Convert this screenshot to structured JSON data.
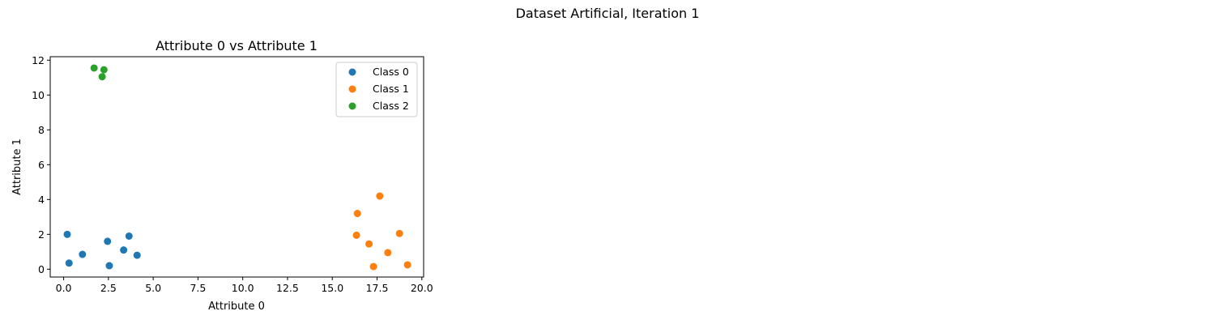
{
  "figure": {
    "suptitle": "Dataset Artificial, Iteration 1"
  },
  "chart_data": {
    "type": "scatter",
    "title": "Attribute 0 vs Attribute 1",
    "xlabel": "Attribute 0",
    "ylabel": "Attribute 1",
    "xlim": [
      -0.75,
      20.1
    ],
    "ylim": [
      -0.45,
      12.2
    ],
    "xticks": [
      0.0,
      2.5,
      5.0,
      7.5,
      10.0,
      12.5,
      15.0,
      17.5,
      20.0
    ],
    "xtick_labels": [
      "0.0",
      "2.5",
      "5.0",
      "7.5",
      "10.0",
      "12.5",
      "15.0",
      "17.5",
      "20.0"
    ],
    "yticks": [
      0,
      2,
      4,
      6,
      8,
      10,
      12
    ],
    "ytick_labels": [
      "0",
      "2",
      "4",
      "6",
      "8",
      "10",
      "12"
    ],
    "grid": false,
    "legend_position": "top-right",
    "series": [
      {
        "name": "Class 0",
        "color": "#1f77b4",
        "points": [
          [
            0.2,
            2.0
          ],
          [
            0.3,
            0.35
          ],
          [
            1.05,
            0.85
          ],
          [
            2.45,
            1.6
          ],
          [
            2.55,
            0.2
          ],
          [
            3.35,
            1.1
          ],
          [
            3.65,
            1.9
          ],
          [
            4.1,
            0.8
          ]
        ]
      },
      {
        "name": "Class 1",
        "color": "#ff7f0e",
        "points": [
          [
            16.4,
            3.2
          ],
          [
            16.35,
            1.95
          ],
          [
            17.05,
            1.45
          ],
          [
            17.3,
            0.15
          ],
          [
            17.65,
            4.2
          ],
          [
            18.1,
            0.95
          ],
          [
            18.75,
            2.05
          ],
          [
            19.2,
            0.25
          ]
        ]
      },
      {
        "name": "Class 2",
        "color": "#2ca02c",
        "points": [
          [
            1.7,
            11.55
          ],
          [
            2.25,
            11.45
          ],
          [
            2.15,
            11.05
          ]
        ]
      }
    ]
  }
}
